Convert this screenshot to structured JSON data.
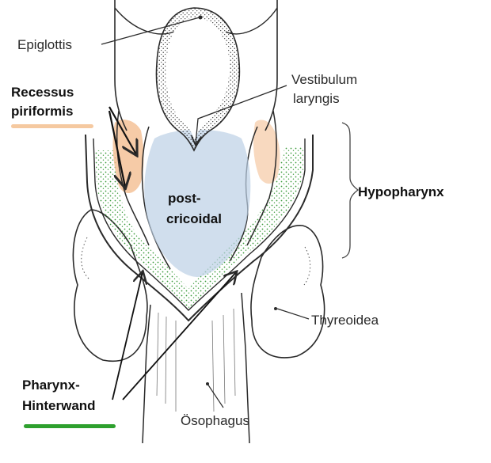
{
  "labels": {
    "epiglottis": "Epiglottis",
    "vestibulum": "Vestibulum",
    "laryngis": "laryngis",
    "recessus": "Recessus",
    "piriformis": "piriformis",
    "post": "post-",
    "cricoidal": "cricoidal",
    "hypopharynx": "Hypopharynx",
    "thyreoidea": "Thyreoidea",
    "pharynx": "Pharynx-",
    "hinterwand": "Hinterwand",
    "oesophagus": "Ösophagus"
  },
  "colors": {
    "line": "#2a2a2a",
    "recessus_underline": "#f5c9a0",
    "recessus_fill": "#f3b98a",
    "hinterwand_underline": "#2ea02e",
    "mucosa_dots": "#3a9a3a",
    "postcricoid_fill": "#bcd0e6"
  }
}
